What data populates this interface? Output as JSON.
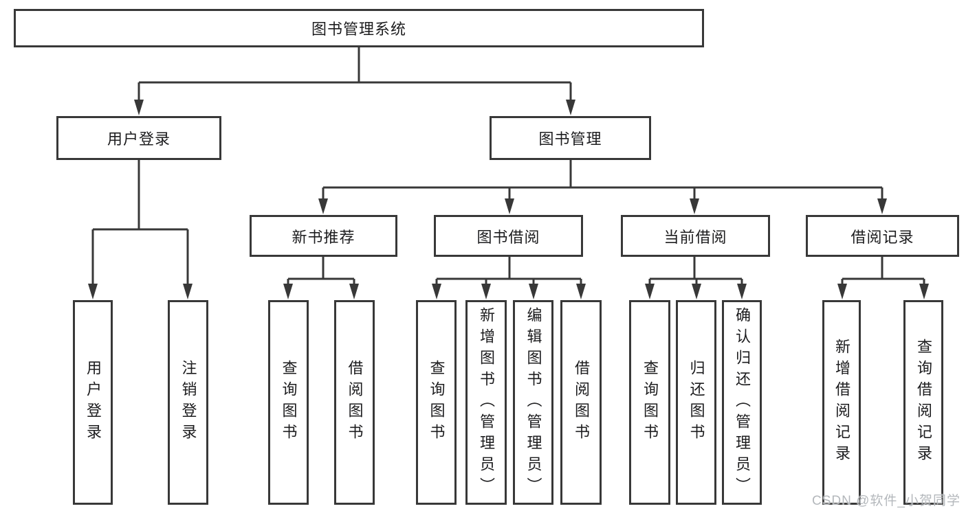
{
  "diagram": {
    "root": {
      "label": "图书管理系统"
    },
    "level2": [
      {
        "label": "用户登录"
      },
      {
        "label": "图书管理"
      }
    ],
    "level3": [
      {
        "label": "新书推荐"
      },
      {
        "label": "图书借阅"
      },
      {
        "label": "当前借阅"
      },
      {
        "label": "借阅记录"
      }
    ],
    "leaves": [
      {
        "label": "用户登录"
      },
      {
        "label": "注销登录"
      },
      {
        "label": "查询图书"
      },
      {
        "label": "借阅图书"
      },
      {
        "label": "查询图书"
      },
      {
        "label": "新增图书（管理员）"
      },
      {
        "label": "编辑图书（管理员）"
      },
      {
        "label": "借阅图书"
      },
      {
        "label": "查询图书"
      },
      {
        "label": "归还图书"
      },
      {
        "label": "确认归还（管理员）"
      },
      {
        "label": "新增借阅记录"
      },
      {
        "label": "查询借阅记录"
      }
    ],
    "watermark": "CSDN @软件_小贺同学",
    "colors": {
      "line": "#383838",
      "text": "#1c1c1e",
      "watermark": "#b4b8bc",
      "background": "#ffffff"
    }
  }
}
